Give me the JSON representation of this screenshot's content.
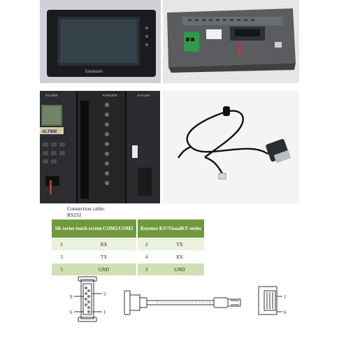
{
  "images": {
    "hmi_front": {
      "brand": "Samkoon"
    },
    "plc": {
      "top_labels": [
        "KV-3000",
        "KV-B16TD",
        "KV-L20V"
      ],
      "badge": "ALTIME"
    }
  },
  "caption": {
    "line1": "Connection cable:",
    "line2": "RS232"
  },
  "table": {
    "headers": [
      "SK series touch screen COM1/COM2",
      "Keyence KV/VisualKV series"
    ],
    "rows": [
      [
        "2",
        "RX",
        "2",
        "TX"
      ],
      [
        "3",
        "TX",
        "4",
        "RX"
      ],
      [
        "5",
        "GND",
        "3",
        "GND"
      ]
    ]
  },
  "diagram": {
    "db9_labels": {
      "top_left": "9",
      "top_right": "5",
      "bottom_left": "6",
      "bottom_right": "1"
    },
    "rj_labels": {
      "top": "1",
      "bottom": "6"
    }
  }
}
